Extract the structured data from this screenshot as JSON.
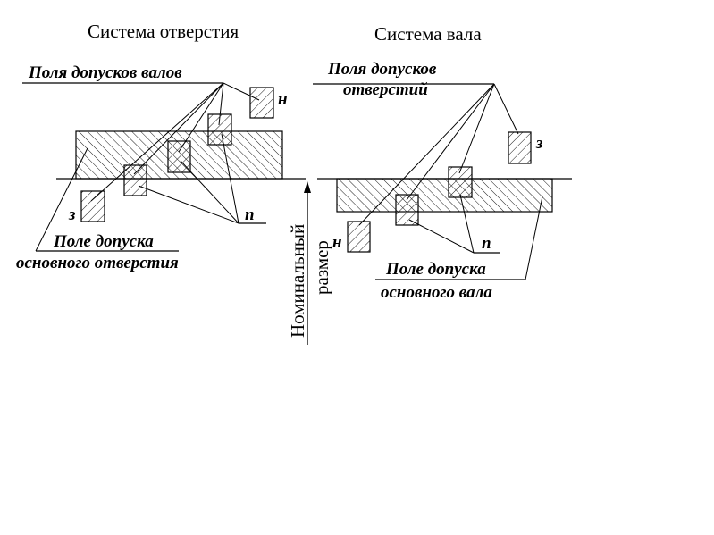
{
  "left": {
    "title": "Система отверстия",
    "shaft_fields_label": "Поля допусков валов",
    "base_field_line1": "Поле допуска",
    "base_field_line2": "основного отверстия",
    "mark_n": "н",
    "mark_z": "з",
    "mark_p": "п"
  },
  "right": {
    "title": "Система вала",
    "hole_fields_line1": "Поля допусков",
    "hole_fields_line2": "отверстий",
    "base_field_line1": "Поле допуска",
    "base_field_line2": "основного вала",
    "mark_z": "з",
    "mark_n": "н",
    "mark_p": "п"
  },
  "axis": {
    "line1": "Номинальный",
    "line2": "размер"
  }
}
